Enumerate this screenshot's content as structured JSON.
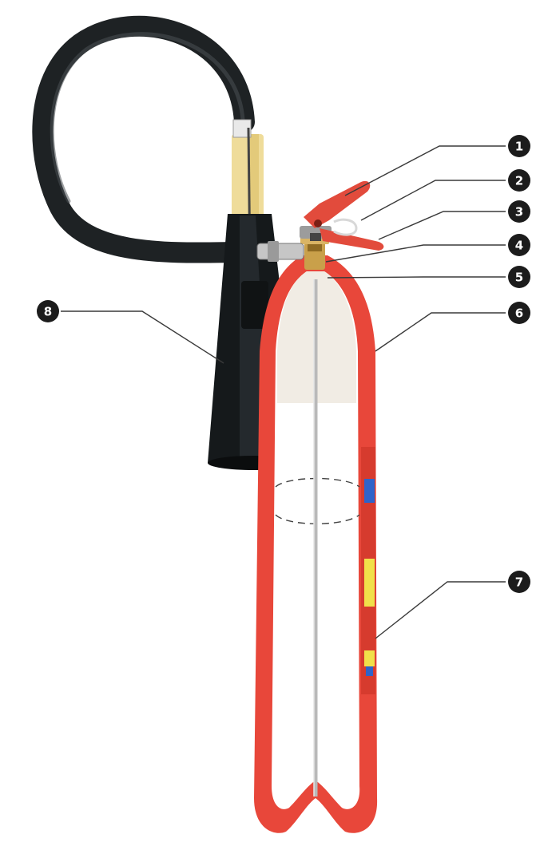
{
  "callouts": [
    {
      "id": "1",
      "label": "1"
    },
    {
      "id": "2",
      "label": "2"
    },
    {
      "id": "3",
      "label": "3"
    },
    {
      "id": "4",
      "label": "4"
    },
    {
      "id": "5",
      "label": "5"
    },
    {
      "id": "6",
      "label": "6"
    },
    {
      "id": "7",
      "label": "7"
    },
    {
      "id": "8",
      "label": "8"
    }
  ],
  "colors": {
    "cylinder": "#e8473a",
    "cylinder_dark": "#c93426",
    "handle": "#e24b3c",
    "hose": "#1e2224",
    "horn": "#15191b",
    "horn_sleeve": "#efdc9a",
    "valve_brass": "#c9a04a",
    "dip_tube": "#b9b9b9",
    "callout_fill": "#1c1c1c"
  }
}
